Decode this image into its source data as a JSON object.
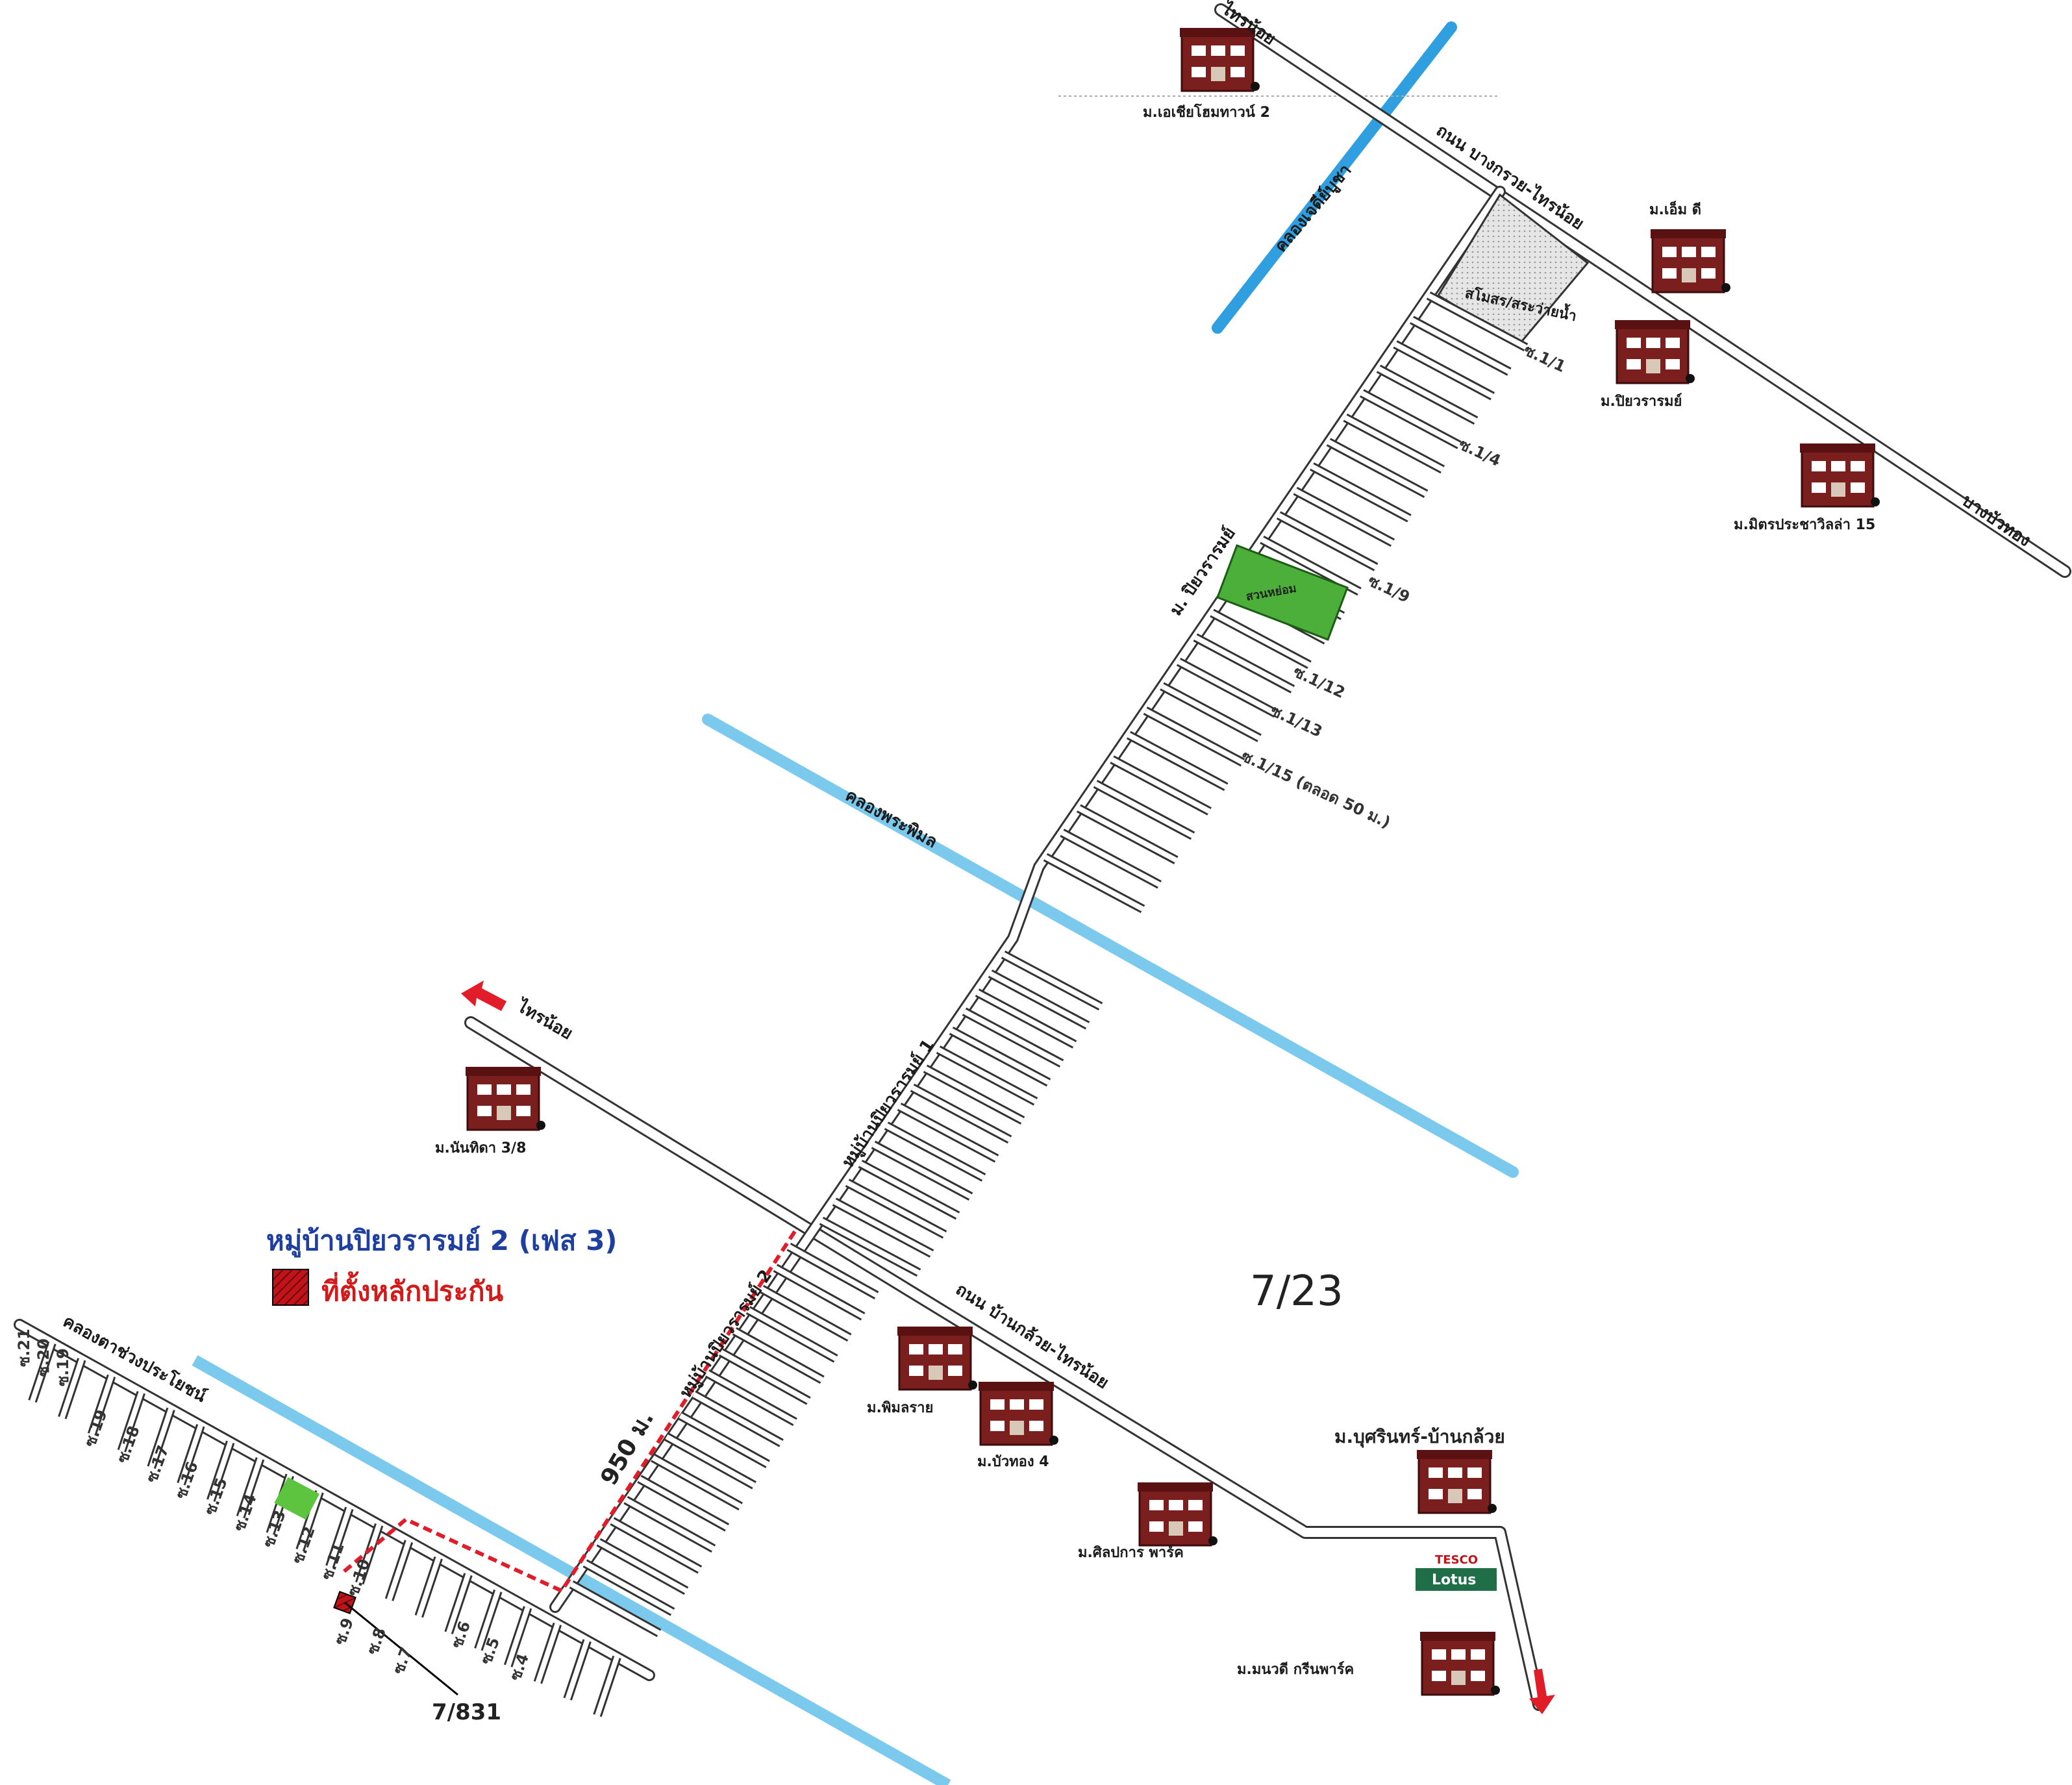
{
  "labels": {
    "asia_home2": "ม.เอเชียโฮมทาวน์ 2",
    "m_m_d": "ม.เอ็ม ดี",
    "piyawarom": "ม.ปิยวรารมย์",
    "mitpracha15": "ม.มิตรประชาวิลล่า 15",
    "nanthida": "ม.นันทิดา 3/8",
    "pimlarai": "ม.พิมลราย",
    "buathong4": "ม.บัวทอง 4",
    "silpakarn": "ม.ศิลปการ พาร์ค",
    "busarin": "ม.บุศรินทร์-บ้านกล้วย",
    "manawadee": "ม.มนวดี กรีนพาร์ค",
    "sainoi_top": "ไทรน้อย",
    "sainoi_left": "ไทรน้อย",
    "bangbuathong": "บางบัวทอง",
    "road_top": "ถนน บางกรวย-ไทรน้อย",
    "road_mid": "ถนน บ้านกล้วย-ไทรน้อย",
    "khlong_top": "คลองเจดีย์บูชา",
    "khlong_mid": "คลองพระพิมล",
    "khlong_bottom": "คลองตาช่วงประโยชน์",
    "fuel_station": "สโมสร/สระว่ายน้ำ",
    "park": "สวนหย่อม",
    "m_piyawarom_road": "ม. ปิยวรารมย์",
    "village1": "หมู่บ้านปิยวรารมย์ 1",
    "village2_road": "หมู่บ้านปิยวรารมย์ 2",
    "distance": "950 ม.",
    "soi_1_1": "ซ.1/1",
    "soi_1_4": "ซ.1/4",
    "soi_1_9": "ซ.1/9",
    "soi_1_12": "ซ.1/12",
    "soi_1_13": "ซ.1/13",
    "soi_1_15": "ซ.1/15 (ตลอด 50 ม.)",
    "soi_19": "ซ.19",
    "soi_18": "ซ.18",
    "soi_17": "ซ.17",
    "soi_16": "ซ.16",
    "soi_15": "ซ.15",
    "soi_14": "ซ.14",
    "soi_13": "ซ.13",
    "soi_12": "ซ.12",
    "soi_11": "ซ.11",
    "soi_10": "ซ.10",
    "soi_9": "ซ.9",
    "soi_8": "ซ.8",
    "soi_7": "ซ.7",
    "soi_6": "ซ.6",
    "soi_5": "ซ.5",
    "soi_4": "ซ.4",
    "soi_21": "ซ.21",
    "soi_20": "ซ.20",
    "soi_19b": "ซ.19",
    "lotus_top": "TESCO",
    "lotus_bottom": "Lotus",
    "property_address": "7/831",
    "watermark": "7/23"
  },
  "legend": {
    "title": "หมู่บ้านปิยวรารมย์ 2 (เฟส 3)",
    "item": "ที่ตั้งหลักประกัน"
  },
  "colors": {
    "water": "#3aaee0",
    "road": "#ffffff",
    "road_edge": "#333333",
    "house": "#7a1e1e",
    "park": "#4caf3a",
    "property": "#c0141a",
    "legend_title": "#1f3fa0",
    "legend_item": "#d21a1a",
    "arrow": "#e11d2a",
    "lotus": "#1f6e48"
  }
}
